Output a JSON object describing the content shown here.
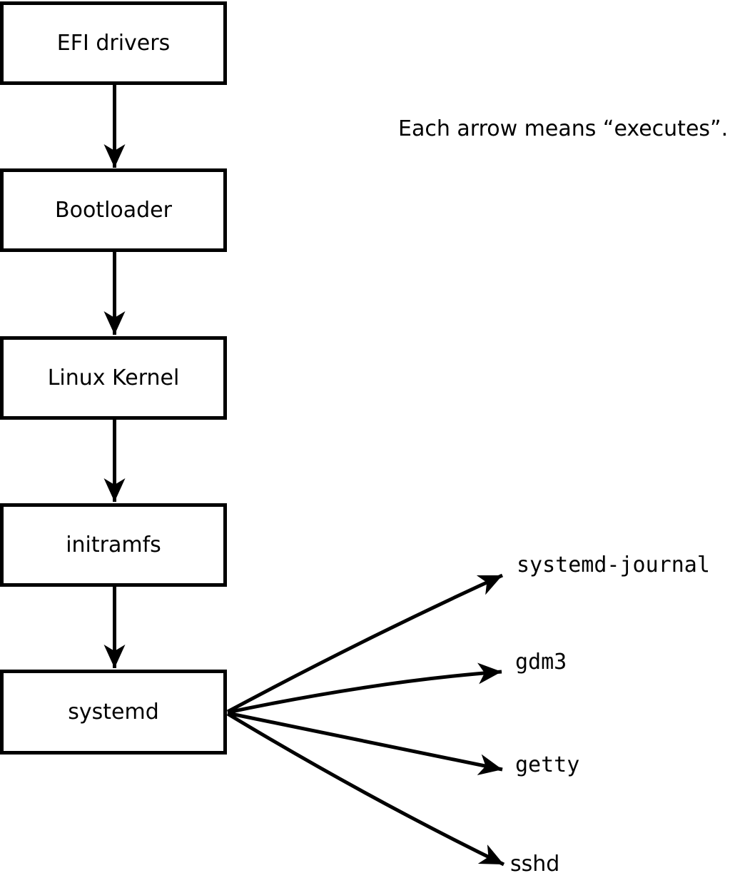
{
  "note": "Each arrow means “executes”.",
  "flow": {
    "nodes": [
      {
        "label": "EFI drivers"
      },
      {
        "label": "Bootloader"
      },
      {
        "label": "Linux Kernel"
      },
      {
        "label": "initramfs"
      },
      {
        "label": "systemd"
      }
    ],
    "arrow_meaning": "executes"
  },
  "spawned_processes": [
    {
      "label": "systemd-journal"
    },
    {
      "label": "gdm3"
    },
    {
      "label": "getty"
    },
    {
      "label": "sshd"
    }
  ],
  "colors": {
    "ink": "#000000",
    "background": "#ffffff"
  }
}
